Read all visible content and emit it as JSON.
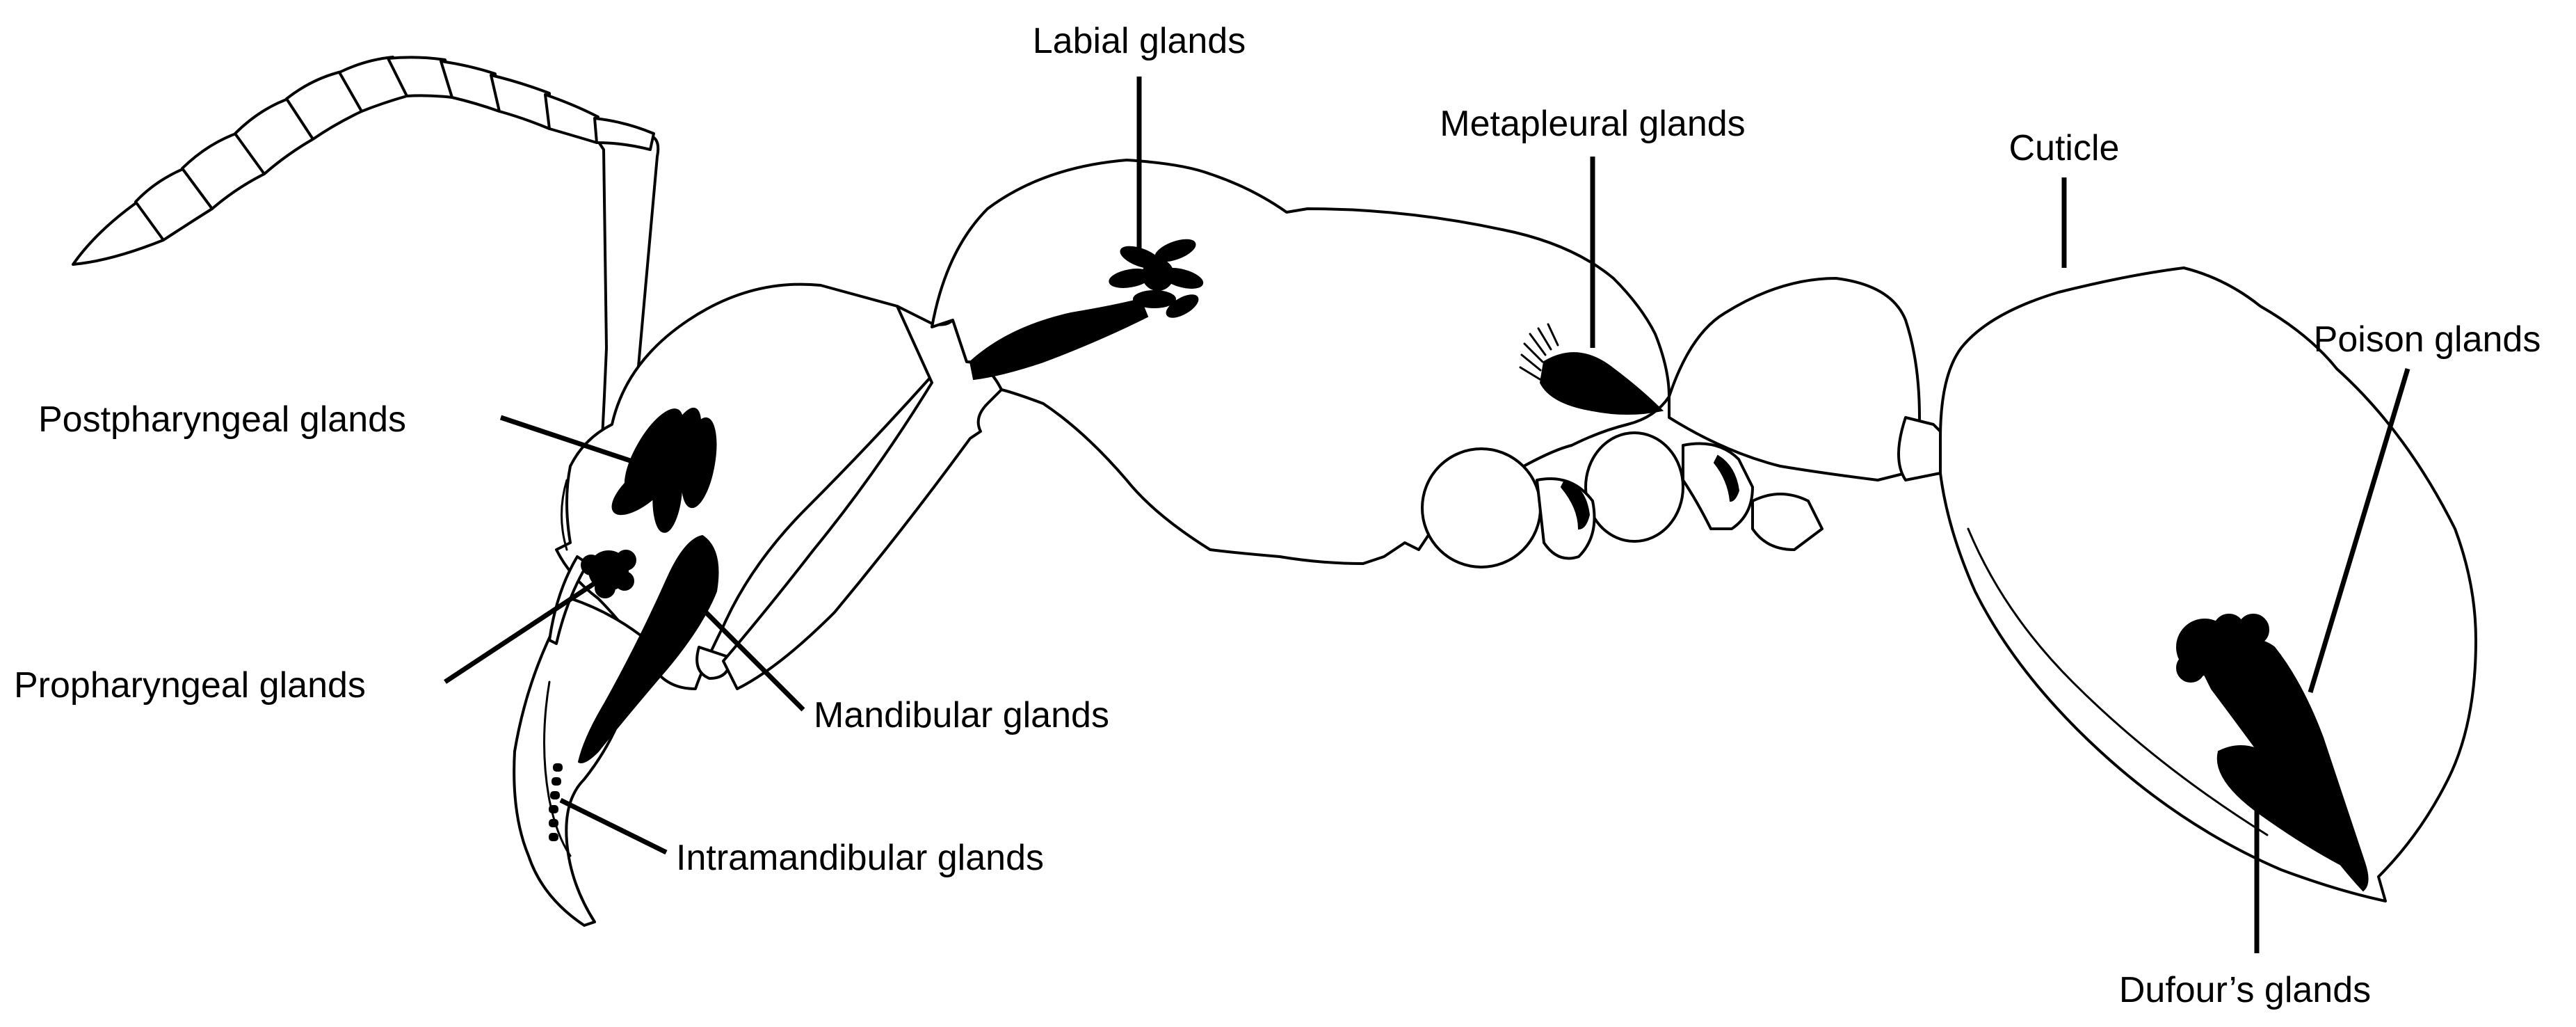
{
  "labels": {
    "labial": "Labial glands",
    "metapleural": "Metapleural glands",
    "cuticle": "Cuticle",
    "poison": "Poison glands",
    "postpharyngeal": "Postpharyngeal glands",
    "propharyngeal": "Propharyngeal glands",
    "mandibular": "Mandibular glands",
    "intramandibular": "Intramandibular glands",
    "dufours": "Dufour’s glands"
  },
  "colors": {
    "ink": "#000000",
    "background": "#ffffff"
  }
}
